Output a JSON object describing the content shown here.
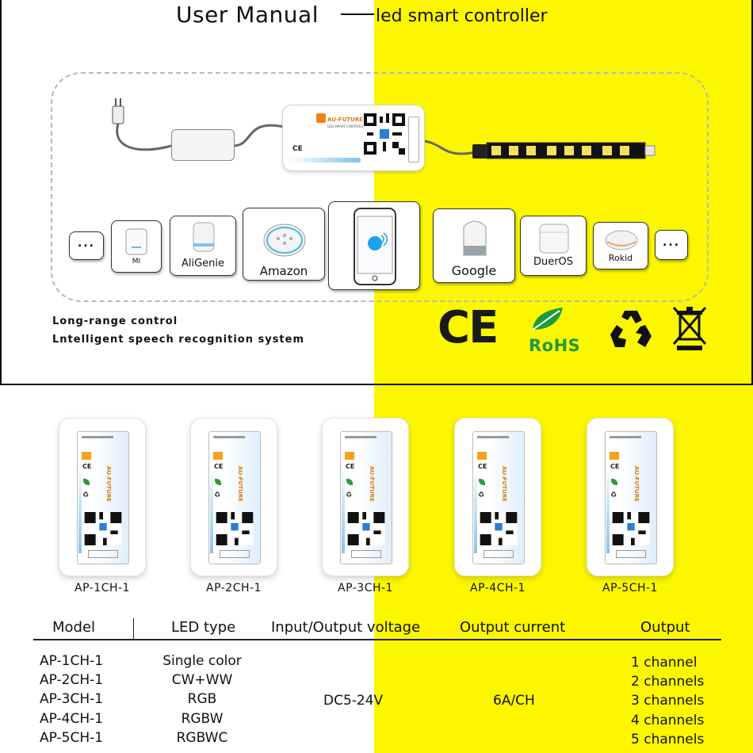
{
  "header": {
    "title": "User Manual",
    "subtitle": "led smart controller"
  },
  "controller": {
    "brand": "AU-FUTURE",
    "subtitle": "LED SMART CONTROLLER"
  },
  "devices": [
    {
      "label": "MI",
      "icon": "xiaomi-speaker-icon"
    },
    {
      "label": "AliGenie",
      "icon": "tmall-genie-icon"
    },
    {
      "label": "Amazon",
      "icon": "amazon-echo-icon"
    },
    {
      "label": "",
      "icon": "smartphone-app-icon"
    },
    {
      "label": "Google",
      "icon": "google-home-icon"
    },
    {
      "label": "DuerOS",
      "icon": "dueros-speaker-icon"
    },
    {
      "label": "Rokid",
      "icon": "rokid-speaker-icon"
    }
  ],
  "ellipsis": "...",
  "features": [
    "Long-range control",
    "Lntelligent speech recognition system"
  ],
  "certifications": {
    "ce": "CE",
    "rohs": "RoHS",
    "recycle_icon": "recycle-icon",
    "weee_icon": "weee-crossed-bin-icon"
  },
  "products": [
    {
      "model": "AP-1CH-1"
    },
    {
      "model": "AP-2CH-1"
    },
    {
      "model": "AP-3CH-1"
    },
    {
      "model": "AP-4CH-1"
    },
    {
      "model": "AP-5CH-1"
    }
  ],
  "spec_table": {
    "headers": [
      "Model",
      "LED type",
      "Input/Output voltage",
      "Output current",
      "Output"
    ],
    "rows": [
      {
        "model": "AP-1CH-1",
        "led_type": "Single color",
        "output": "1 channel"
      },
      {
        "model": "AP-2CH-1",
        "led_type": "CW+WW",
        "output": "2 channels"
      },
      {
        "model": "AP-3CH-1",
        "led_type": "RGB",
        "output": "3 channels"
      },
      {
        "model": "AP-4CH-1",
        "led_type": "RGBW",
        "output": "4 channels"
      },
      {
        "model": "AP-5CH-1",
        "led_type": "RGBWC",
        "output": "5 channels"
      }
    ],
    "voltage": "DC5-24V",
    "current": "6A/CH"
  }
}
